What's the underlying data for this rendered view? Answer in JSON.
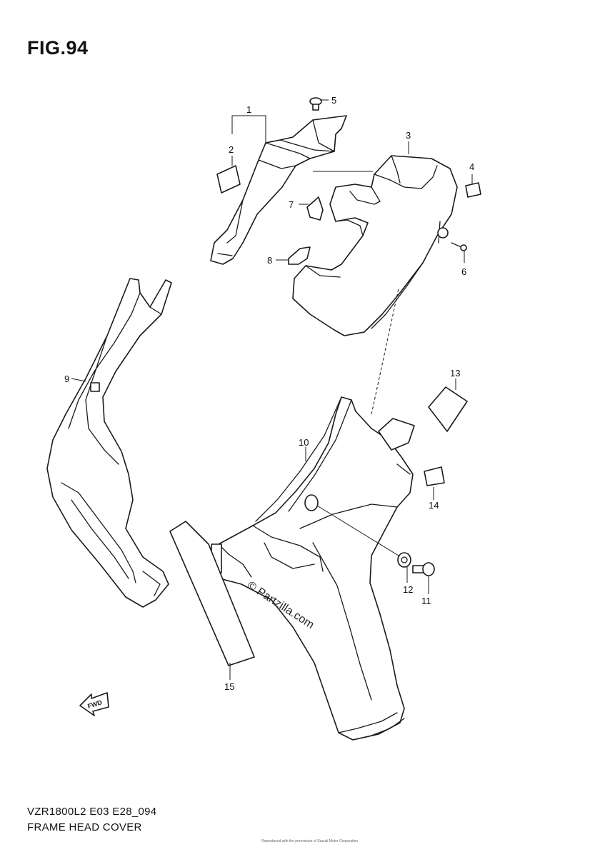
{
  "header": {
    "title": "FIG.94"
  },
  "callouts": [
    {
      "id": "c1",
      "label": "1"
    },
    {
      "id": "c2",
      "label": "2"
    },
    {
      "id": "c3",
      "label": "3"
    },
    {
      "id": "c4",
      "label": "4"
    },
    {
      "id": "c5",
      "label": "5"
    },
    {
      "id": "c6",
      "label": "6"
    },
    {
      "id": "c7",
      "label": "7"
    },
    {
      "id": "c8",
      "label": "8"
    },
    {
      "id": "c9",
      "label": "9"
    },
    {
      "id": "c10",
      "label": "10"
    },
    {
      "id": "c11",
      "label": "11"
    },
    {
      "id": "c12",
      "label": "12"
    },
    {
      "id": "c13",
      "label": "13"
    },
    {
      "id": "c14",
      "label": "14"
    },
    {
      "id": "c15",
      "label": "15"
    }
  ],
  "fwd_label": "FWD",
  "watermark": "© Partzilla.com",
  "footer": {
    "code": "VZR1800L2 E03 E28_094",
    "name": "FRAME HEAD COVER",
    "copyright": "Reproduced with the permission of Suzuki Motor Corporation"
  }
}
